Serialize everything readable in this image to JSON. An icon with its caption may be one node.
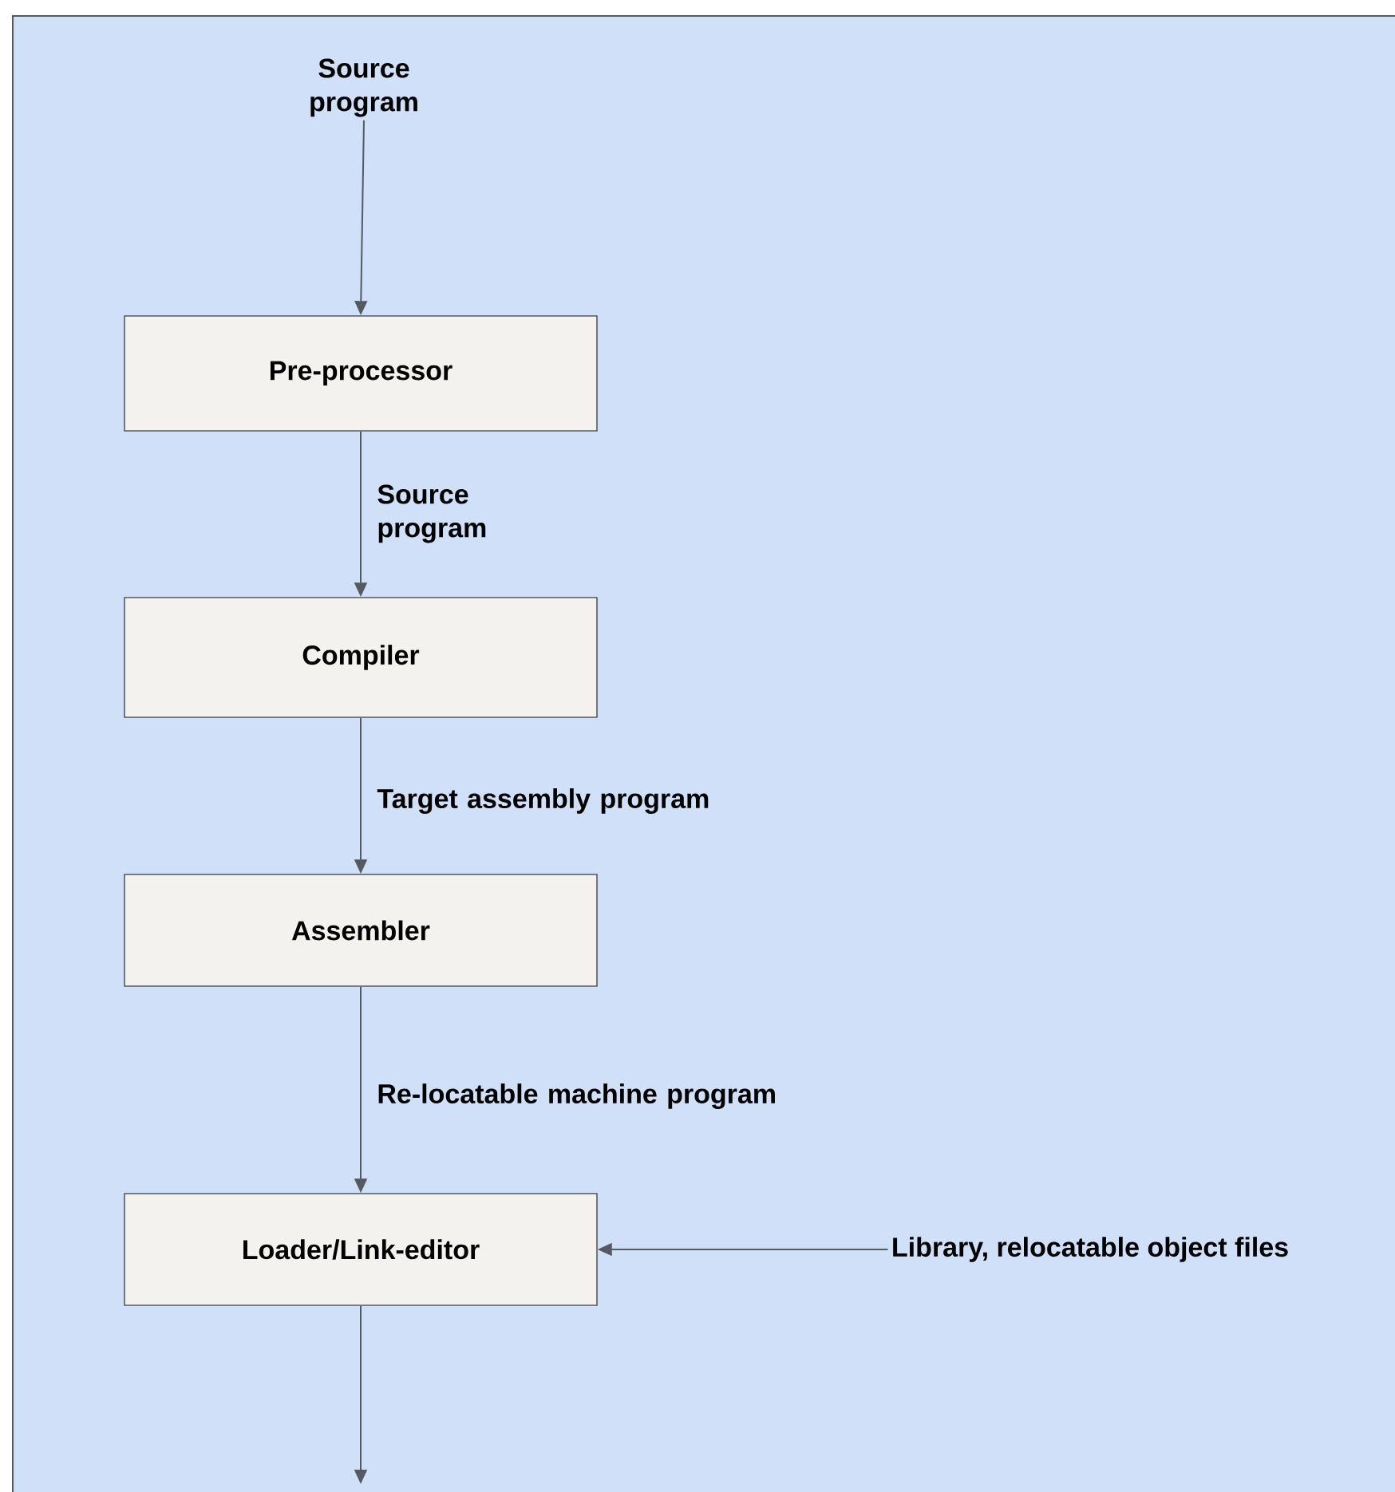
{
  "diagram": {
    "nodes": [
      {
        "text": [
          "Source program"
        ]
      },
      {
        "text": [
          "Pre-processor"
        ]
      },
      {
        "text": [
          "Compiler"
        ]
      },
      {
        "text": [
          "Assembler"
        ]
      },
      {
        "text": [
          "Loader/Link-editor"
        ]
      },
      {
        "text": [
          "Library, relocatable object files"
        ]
      }
    ],
    "edges": [
      {
        "from": 0,
        "to": 1,
        "arrow": "to"
      },
      {
        "from": 1,
        "to": 2,
        "arrow": "to",
        "label": "Source program"
      },
      {
        "from": 2,
        "to": 3,
        "arrow": "to",
        "label": "Target assembly program"
      },
      {
        "from": 3,
        "to": 4,
        "arrow": "to",
        "label": "Re-locatable machine program"
      },
      {
        "from": 5,
        "to": 4,
        "arrow": "to"
      },
      {
        "from": 4,
        "to": null,
        "arrow": "to"
      }
    ]
  }
}
